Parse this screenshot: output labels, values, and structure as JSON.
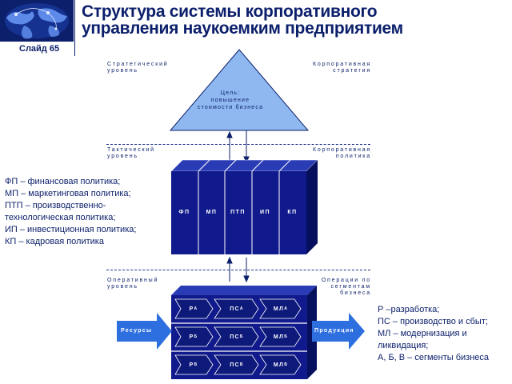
{
  "header": {
    "slide_label": "Слайд 65",
    "title_line1": "Структура системы корпоративного",
    "title_line2": "управления наукоемким предприятием"
  },
  "levels": {
    "strategic_left": [
      "Стратегический",
      "уровень"
    ],
    "strategic_right": [
      "Корпоративная",
      "стратегия"
    ],
    "tactical_left": [
      "Тактический",
      "уровень"
    ],
    "tactical_right": [
      "Корпоративная",
      "политика"
    ],
    "operational_left": [
      "Оперативный",
      "уровень"
    ],
    "operational_right": [
      "Операции по",
      "сегментам",
      "бизнеса"
    ]
  },
  "goal": [
    "Цель:",
    "повышение",
    "стоимости бизнеса"
  ],
  "policies": [
    "ФП",
    "МП",
    "ПТП",
    "ИП",
    "КП"
  ],
  "left_legend": [
    "ФП – финансовая политика;",
    "МП – маркетинговая политика;",
    "ПТП – производственно-",
    "технологическая политика;",
    "ИП – инвестиционная политика;",
    "КП – кадровая политика"
  ],
  "operations": {
    "rows": [
      {
        "p": "Р",
        "ps": "ПС",
        "ml": "МЛ",
        "sub": "А"
      },
      {
        "p": "Р",
        "ps": "ПС",
        "ml": "МЛ",
        "sub": "Б"
      },
      {
        "p": "Р",
        "ps": "ПС",
        "ml": "МЛ",
        "sub": "В"
      }
    ],
    "input_label": "Ресурсы",
    "output_label": "Продукция"
  },
  "right_legend": [
    "Р –разработка;",
    "ПС – производство и сбыт;",
    "МЛ – модернизация и",
    "ликвидация;",
    "А, Б, В – сегменты бизнеса"
  ],
  "colors": {
    "navy": "#0b1f6b",
    "block_front": "#101a8c",
    "block_top": "#2a3cb5",
    "block_side": "#06105c",
    "triangle": "#8fb8f0",
    "arrow": "#2e6fe0"
  }
}
